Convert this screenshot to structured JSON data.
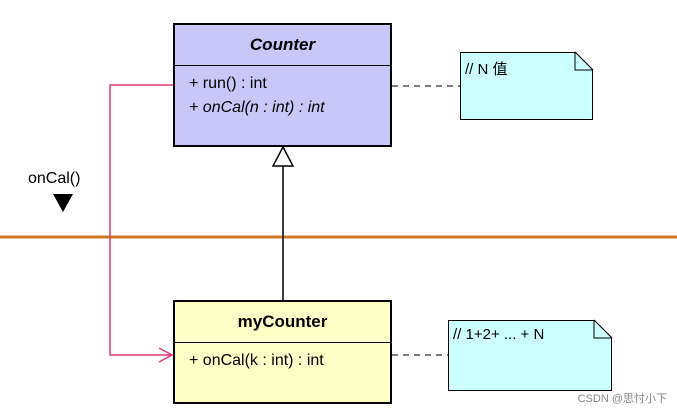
{
  "classes": {
    "counter": {
      "name": "Counter",
      "operations": [
        "+ run() : int",
        "+ onCal(n : int) : int"
      ]
    },
    "mycounter": {
      "name": "myCounter",
      "operations": [
        "+ onCal(k : int) : int"
      ]
    }
  },
  "notes": {
    "note1": "// N 值",
    "note2": "// 1+2+ ... + N"
  },
  "call_label": "onCal()",
  "watermark": "CSDN @思忖小下",
  "colors": {
    "counter_fill": "#c8c8f8",
    "mycounter_fill": "#ffffc8",
    "note_fill": "#ccffff",
    "divider": "#d07828",
    "call_arrow": "#e03870"
  }
}
